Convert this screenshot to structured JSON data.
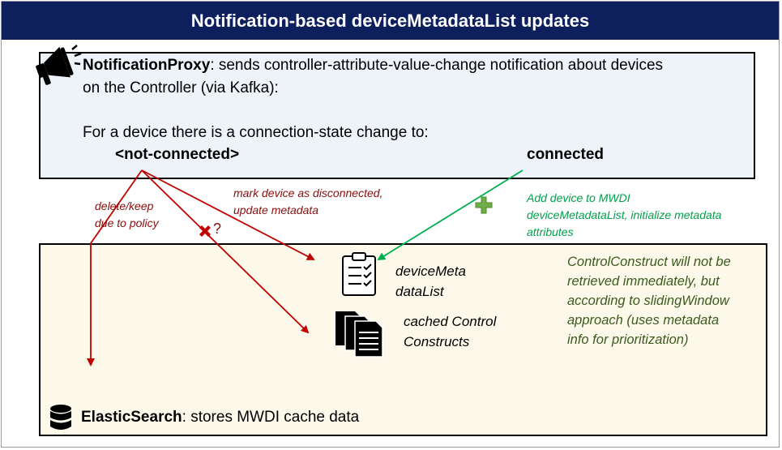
{
  "title": "Notification-based deviceMetadataList updates",
  "proxy": {
    "name": "NotificationProxy",
    "desc_line1": ": sends controller-attribute-value-change notification about devices",
    "desc_line2": "on the Controller (via Kafka):",
    "state_intro": "For a device there is a connection-state change to:",
    "state_not_connected": "<not-connected>",
    "state_connected": "connected"
  },
  "labels": {
    "delete_keep_1": "delete/keep",
    "delete_keep_2": "due to policy",
    "question_mark": "?",
    "mark_disc_1": "mark device as disconnected,",
    "mark_disc_2": "update metadata",
    "add_dev_1": "Add device to MWDI",
    "add_dev_2": "deviceMetadataList, initialize metadata",
    "add_dev_3": "attributes"
  },
  "cache": {
    "device_meta_1": "deviceMeta",
    "device_meta_2": "dataList",
    "cached_cc_1": "cached Control",
    "cached_cc_2": "Constructs",
    "note_1": "ControlConstruct will not be",
    "note_2": "retrieved immediately, but",
    "note_3": "according to slidingWindow",
    "note_4": "approach (uses metadata",
    "note_5": "info for prioritization)",
    "es_name": "ElasticSearch",
    "es_desc": ": stores MWDI cache data"
  },
  "icons": {
    "megaphone": "megaphone-icon",
    "checklist": "checklist-icon",
    "documents": "documents-icon",
    "database": "database-icon",
    "delete": "x-mark-icon",
    "add": "plus-icon"
  },
  "colors": {
    "title_bg": "#0d1f5c",
    "proxy_bg": "#eef3f9",
    "es_bg": "#fdf9ea",
    "red_arrow": "#c00000",
    "green_arrow": "#00b050",
    "olive_note": "#3a5a1e"
  }
}
